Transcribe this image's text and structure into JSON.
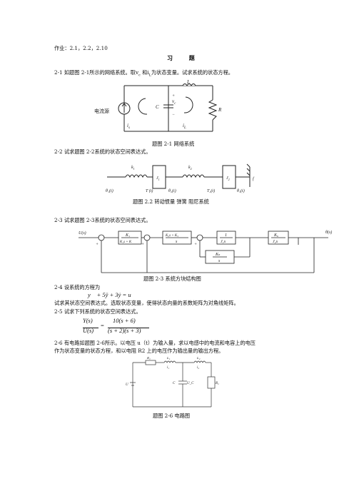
{
  "header": {
    "homework": "作业：2.1，2.2，2.10",
    "title": "习 题"
  },
  "p1": {
    "text": "2-1  如题图 2-1所示的网络系统。取v",
    "text2": "和i",
    "text3": "为状态变量。试求系统的状态方程。",
    "sub_c": "c",
    "sub_l": "L",
    "caption": "题图 2-1   网络系统",
    "labels": {
      "source": "电流源",
      "is": "i",
      "is_sub": "s",
      "c": "C",
      "vc": "v",
      "vc_sub": "c",
      "L": "L",
      "R": "R",
      "iL": "i",
      "iL_sub": "L",
      "plus": "+",
      "minus": "−"
    }
  },
  "p2": {
    "text": "2-2  试求题图 2-2系统的状态空间表达式。",
    "caption": "题图 2.2 转动惯量 弹簧 阻尼系统",
    "labels": {
      "k1": "k",
      "k1_sub": "1",
      "J1": "J",
      "J1_sub": "1",
      "k2": "k",
      "k2_sub": "2",
      "J2": "J",
      "J2_sub": "2",
      "f": "f",
      "th1": "θ₁(t)",
      "T": "T (t)",
      "th2": "θ₂(t)",
      "T2": "T₂(t)",
      "th3": "θ₃(t)"
    }
  },
  "p3": {
    "text": "2-3  试求题图 2-3系统的状态空间表达式。",
    "caption": "题图 2-3  系统方块结构图",
    "labels": {
      "U": "U(s)",
      "theta": "θ(s)",
      "K1_num": "K₁",
      "K1_den": "K₁s + K",
      "Kp_num": "K₂s + K₃",
      "Kp_den": "s",
      "inertia_num": "1",
      "inertia_den": "J₁s",
      "Kb_num": "K₆",
      "Kb_den": "J₂s",
      "Kn_num": "Kₙ",
      "Kn_den": "s",
      "plus": "+",
      "minus": "−"
    }
  },
  "p4": {
    "text": "2-4  设系统的方程为",
    "equation": "y⃛ + 5ÿ + 3ẏ = u",
    "text2": "试求其状态空间表达式。选取状态变量，使得状态向量的系数矩阵为对角线矩阵。"
  },
  "p5": {
    "text": "2-5  试求下列系统的状态空间表达式。",
    "tf_left_num": "Y(s)",
    "tf_left_den": "U(s)",
    "tf_right_num": "10(s + 6)",
    "tf_right_den": "(s + 2)(s + 3)",
    "equals": "="
  },
  "p6": {
    "text": "2-6  有电路如题图 2-6所示。以电压 u（t）为输入量，求以电感中的电流和电容上的电压",
    "text2": "作为状态变量的状态方程，和以电阻 R2 上的电压作为输出量的输出方程。",
    "caption": "题图 2-6   电路图",
    "labels": {
      "R1": "R₁",
      "L1": "L₁",
      "L2": "L₂",
      "i1": "i₁",
      "i2": "i₂",
      "U": "U",
      "C": "C",
      "Uc": "U_C",
      "R2": "R₂"
    }
  }
}
